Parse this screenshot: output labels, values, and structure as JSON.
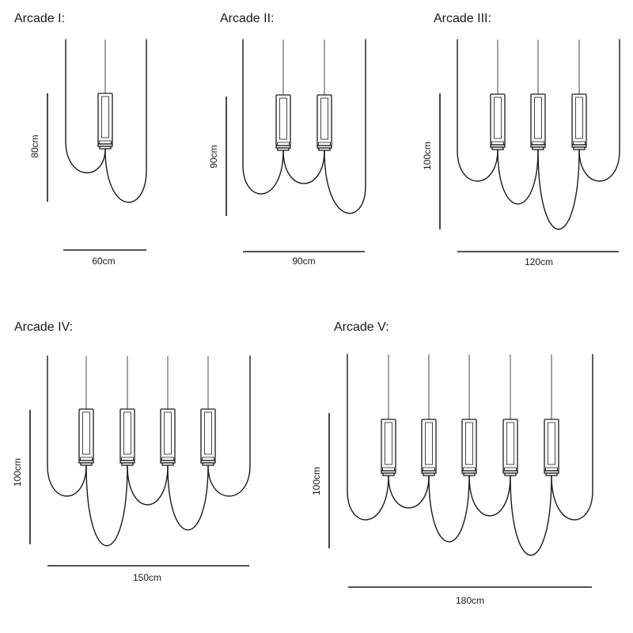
{
  "variants": [
    {
      "title": "Arcade I:",
      "lamps": 1,
      "width_label": "60cm",
      "height_label": "80cm"
    },
    {
      "title": "Arcade II:",
      "lamps": 2,
      "width_label": "90cm",
      "height_label": "90cm"
    },
    {
      "title": "Arcade III:",
      "lamps": 3,
      "width_label": "120cm",
      "height_label": "100cm"
    },
    {
      "title": "Arcade IV:",
      "lamps": 4,
      "width_label": "150cm",
      "height_label": "100cm"
    },
    {
      "title": "Arcade V:",
      "lamps": 5,
      "width_label": "180cm",
      "height_label": "100cm"
    }
  ]
}
